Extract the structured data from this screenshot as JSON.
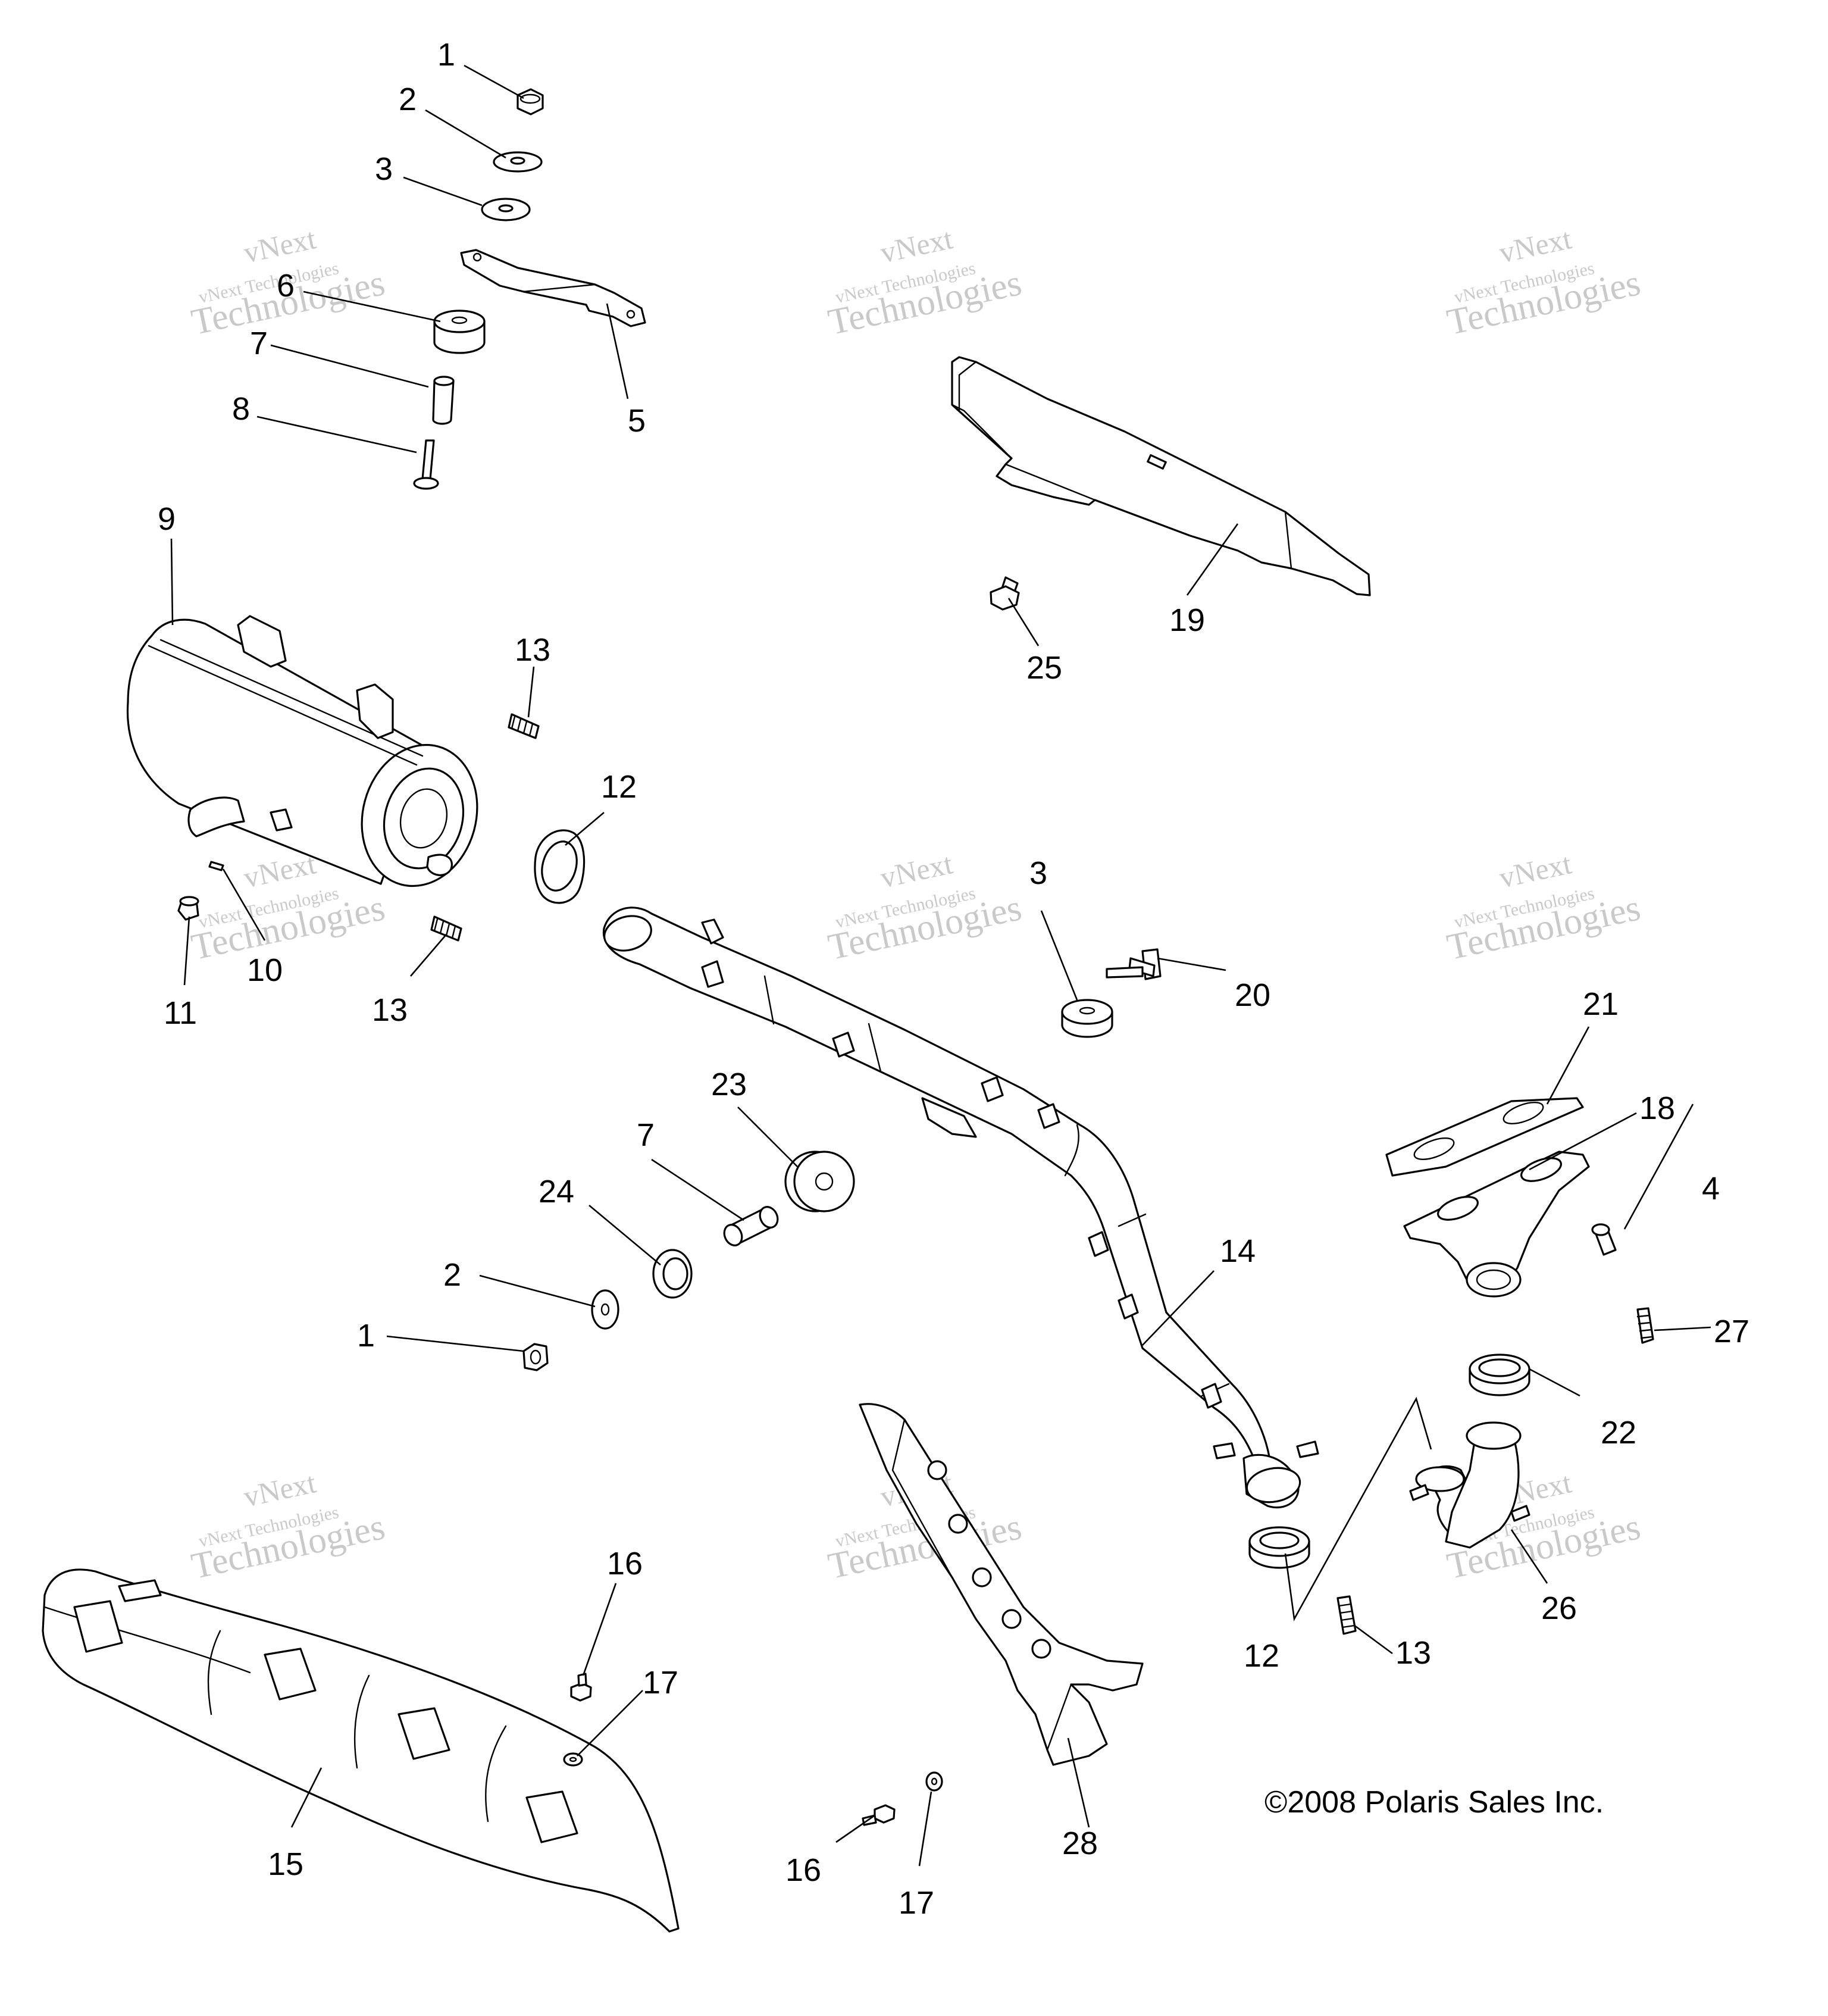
{
  "copyright": "©2008 Polaris Sales Inc.",
  "watermark": {
    "line1": "vNext",
    "line2": "vNext Technologies",
    "line3": "Technologies"
  },
  "callouts": [
    "1",
    "2",
    "3",
    "6",
    "7",
    "8",
    "5",
    "19",
    "25",
    "9",
    "13",
    "12",
    "10",
    "11",
    "13",
    "3",
    "20",
    "21",
    "18",
    "23",
    "7",
    "24",
    "2",
    "1",
    "14",
    "4",
    "27",
    "22",
    "26",
    "12",
    "13",
    "16",
    "17",
    "15",
    "28",
    "16",
    "17"
  ]
}
